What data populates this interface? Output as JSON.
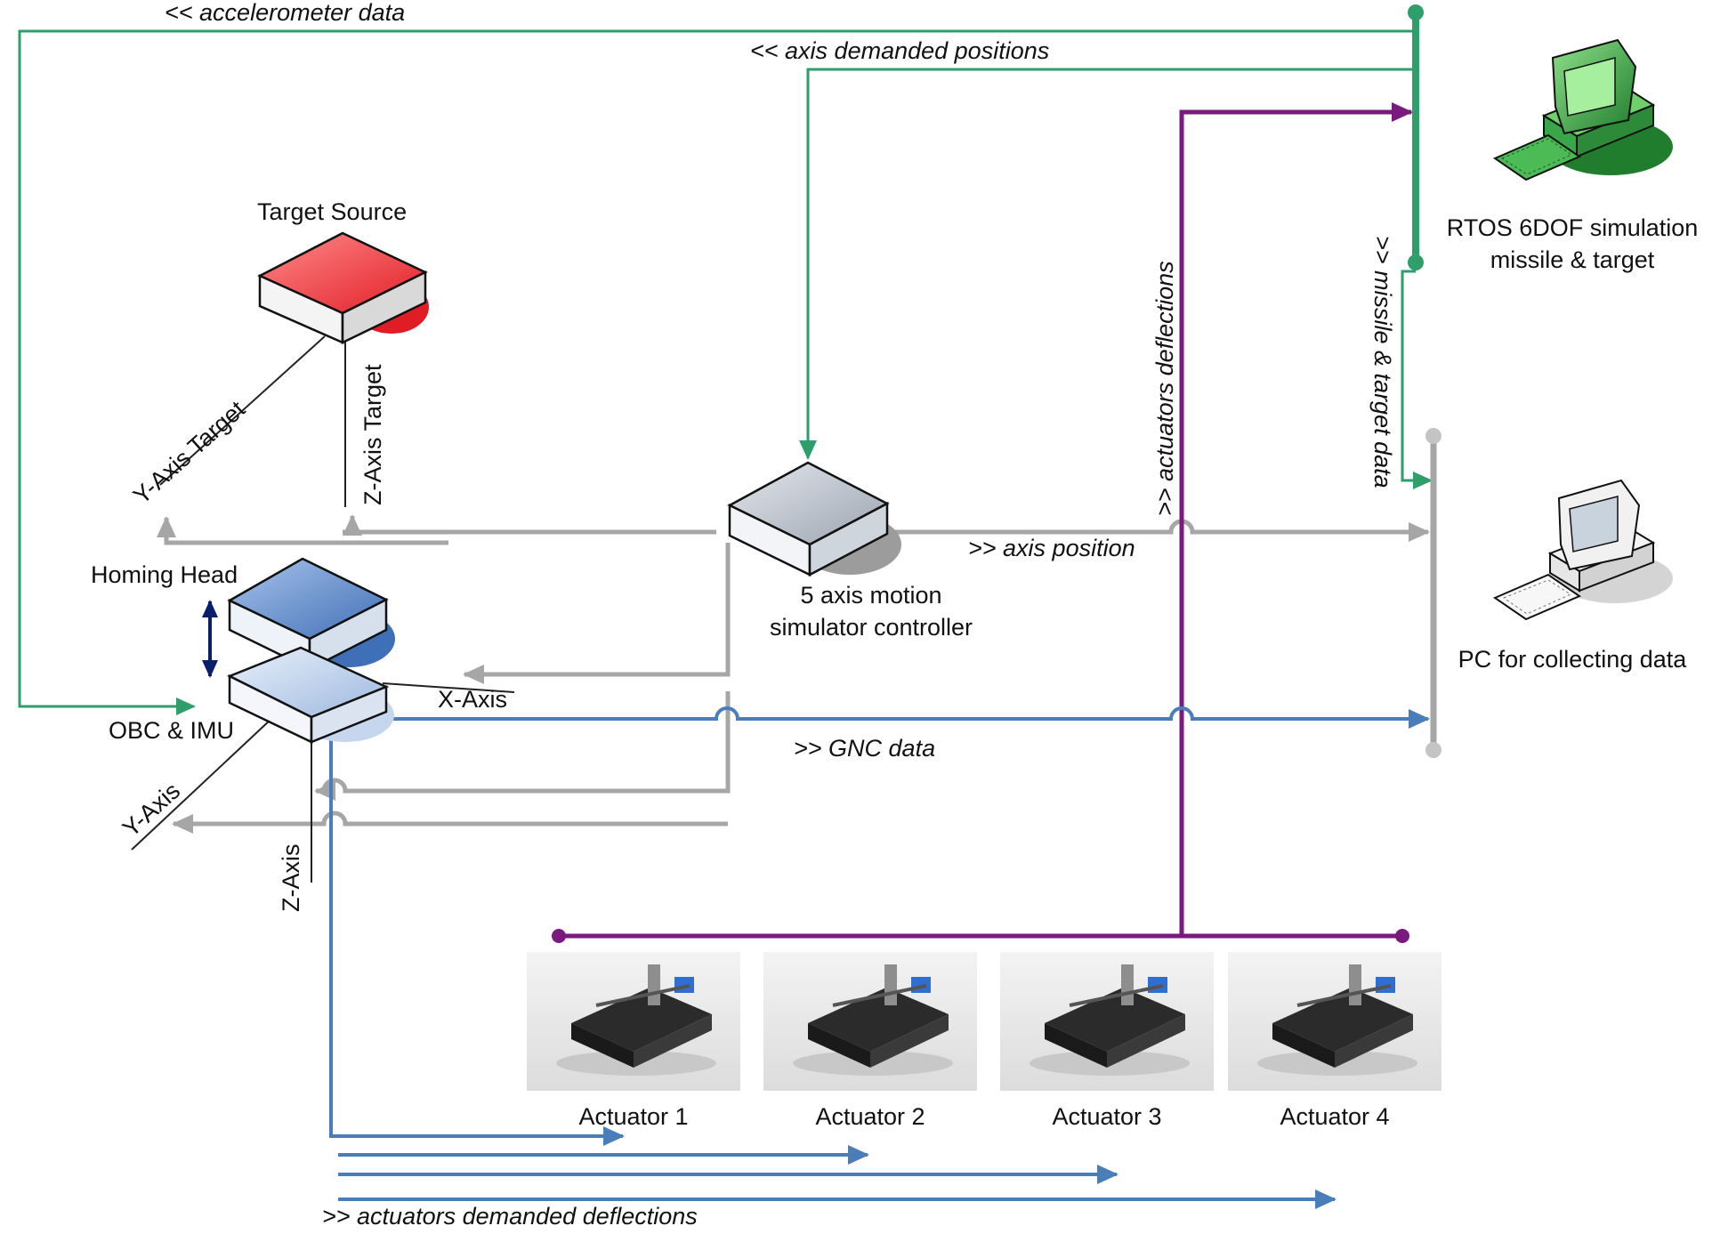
{
  "labels": {
    "accelerometer_data": "<< accelerometer data",
    "axis_demanded_positions": "<< axis demanded positions",
    "actuators_deflections": ">> actuators deflections",
    "missile_target_data": ">> missile & target data",
    "axis_position": ">> axis position",
    "gnc_data": ">> GNC data",
    "actuators_demanded_deflections": ">> actuators demanded deflections",
    "y_axis_target": "Y-Axis Target",
    "z_axis_target": "Z-Axis Target",
    "x_axis": "X-Axis",
    "y_axis": "Y-Axis",
    "z_axis": "Z-Axis"
  },
  "nodes": {
    "target_source": "Target Source",
    "homing_head": "Homing Head",
    "obc_imu": "OBC & IMU",
    "motion_controller_line1": "5 axis motion",
    "motion_controller_line2": "simulator controller",
    "rtos_line1": "RTOS 6DOF simulation",
    "rtos_line2": "missile & target",
    "pc_collect": "PC for collecting data"
  },
  "actuators": [
    {
      "label": "Actuator 1"
    },
    {
      "label": "Actuator 2"
    },
    {
      "label": "Actuator 3"
    },
    {
      "label": "Actuator 4"
    }
  ],
  "colors": {
    "green": "#2e9e6b",
    "gray": "#a6a6a6",
    "blue": "#4a7ebb",
    "purple": "#7b1a7e",
    "target_red": "#e8383c"
  }
}
